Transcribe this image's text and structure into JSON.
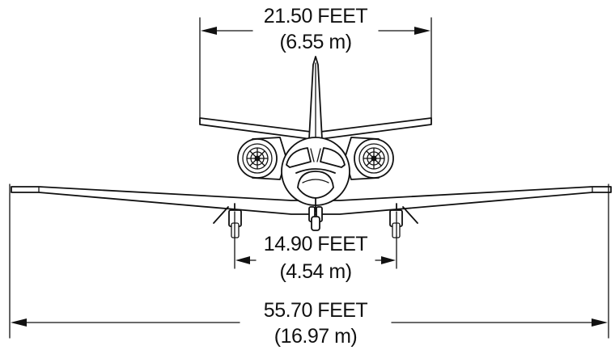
{
  "dimensions": {
    "tail_span": {
      "feet": "21.50 FEET",
      "metric": "(6.55 m)"
    },
    "main_gear_track": {
      "feet": "14.90 FEET",
      "metric": "(4.54 m)"
    },
    "wing_span": {
      "feet": "55.70 FEET",
      "metric": "(16.97 m)"
    }
  },
  "colors": {
    "ink": "#111111",
    "background": "#ffffff"
  }
}
